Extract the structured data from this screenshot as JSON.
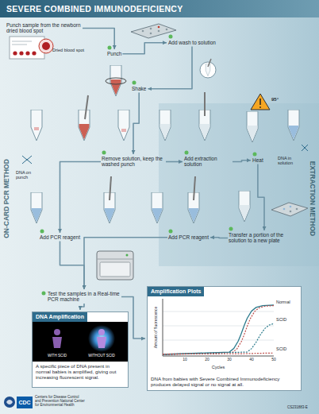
{
  "diagram": {
    "title": "SEVERE COMBINED IMMUNODEFICIENCY",
    "nodes": [
      {
        "text": [
          "Punch sample from the newborn dried blood spot"
        ]
      },
      {
        "text": [
          "Punch"
        ]
      },
      {
        "text": [
          "Add wash to solution"
        ]
      },
      {
        "text": [
          "Shake"
        ]
      },
      {
        "text": [
          "Remove solution, keep the washed punch"
        ]
      },
      {
        "text": [
          "Add extraction solution"
        ]
      },
      {
        "text": [
          "Heat"
        ]
      },
      {
        "text": [
          "Add PCR reagent"
        ]
      },
      {
        "text": [
          "Add PCR reagent"
        ]
      },
      {
        "text": [
          "Transfer a portion of the solution to a new plate"
        ]
      },
      {
        "text": [
          "Test the samples in a Real-time PCR machine"
        ]
      },
      {
        "text": [
          "DNA Amplification",
          "A specific piece of DNA present in normal babies is amplified, giving out increasing fluorescent signal."
        ]
      },
      {
        "text": [
          "Amplification Plots",
          "DNA from babies with Severe Combined Immunodeficiency produces delayed signal or no signal at all."
        ]
      }
    ],
    "edges": [
      {
        "from": 0,
        "to": 1,
        "arrow": "to"
      },
      {
        "from": 1,
        "to": 2,
        "arrow": "to"
      },
      {
        "from": 2,
        "to": 3,
        "arrow": "to"
      },
      {
        "from": 3,
        "to": 4,
        "arrow": "to"
      },
      {
        "from": 4,
        "to": 5,
        "arrow": "to"
      },
      {
        "from": 5,
        "to": 6,
        "arrow": "to"
      },
      {
        "from": 6,
        "to": 9,
        "arrow": "to"
      },
      {
        "from": 9,
        "to": 8,
        "arrow": "to"
      },
      {
        "from": 4,
        "to": 7,
        "arrow": "to"
      },
      {
        "from": 7,
        "to": 10,
        "arrow": "to"
      },
      {
        "from": 8,
        "to": 10,
        "arrow": "to"
      },
      {
        "from": 10,
        "to": 11,
        "arrow": "to"
      },
      {
        "from": 10,
        "to": 12,
        "arrow": "to"
      }
    ],
    "labels": [
      "Dried blood spot",
      "DNA on punch",
      "95°",
      "DNA in solution",
      "ON-CARD PCR METHOD",
      "EXTRACTION METHOD",
      "WITH SCID",
      "WITHOUT SCID",
      "Amount of fluorescence",
      "Cycles",
      "10",
      "20",
      "30",
      "40",
      "50",
      "Normal",
      "SCID",
      "SCID",
      "CDC",
      "Centers for Disease Control and Prevention National Center for Environmental Health",
      "CS231883-E"
    ]
  }
}
